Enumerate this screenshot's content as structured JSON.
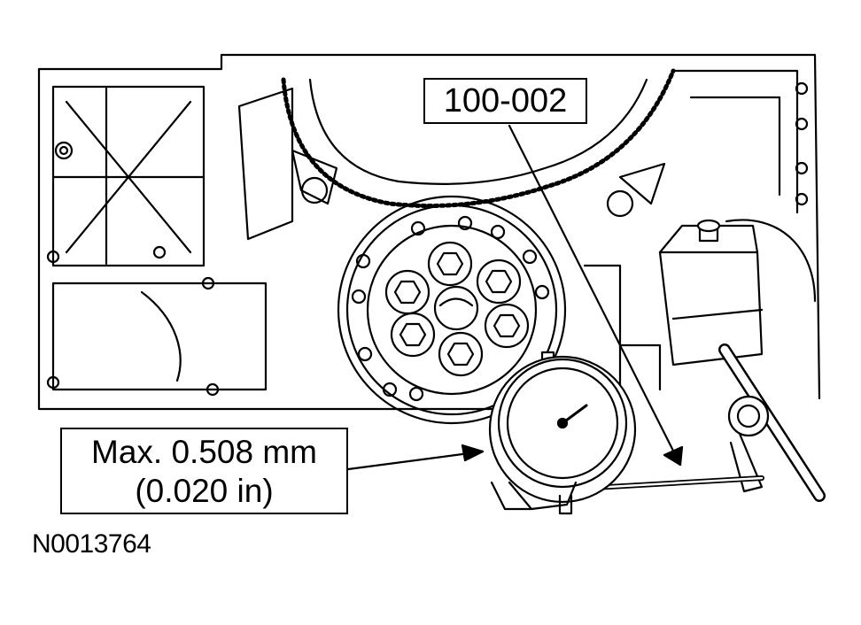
{
  "callouts": {
    "tool_number": "100-002",
    "spec_line_1": "Max. 0.508 mm",
    "spec_line_2": "(0.020 in)"
  },
  "figure_id": "N0013764",
  "colors": {
    "line": "#000000",
    "background": "#ffffff"
  }
}
